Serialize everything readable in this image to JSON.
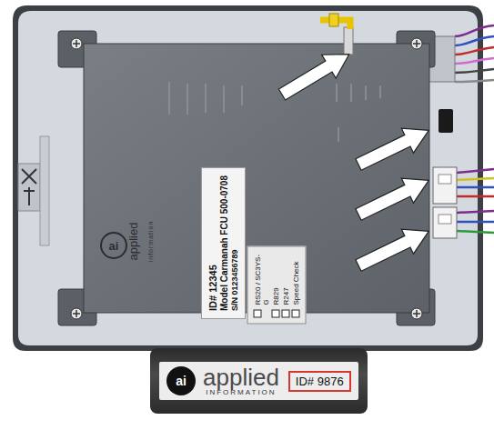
{
  "diagram": {
    "nodes": [
      {
        "text": [
          "ID# 12345",
          "Model Carmanah FCU 500-0708",
          "S/N 0123456789"
        ]
      },
      {
        "text": [
          "RS20 / SC3YS-G",
          "R829",
          "R247",
          "Speed Check"
        ]
      },
      {
        "text": [
          "applied",
          "INFORMATION"
        ]
      },
      {
        "text": [
          "ID# 9876"
        ],
        "in": 2
      }
    ],
    "labels": [
      "ai",
      "applied",
      "information",
      "ai"
    ]
  }
}
